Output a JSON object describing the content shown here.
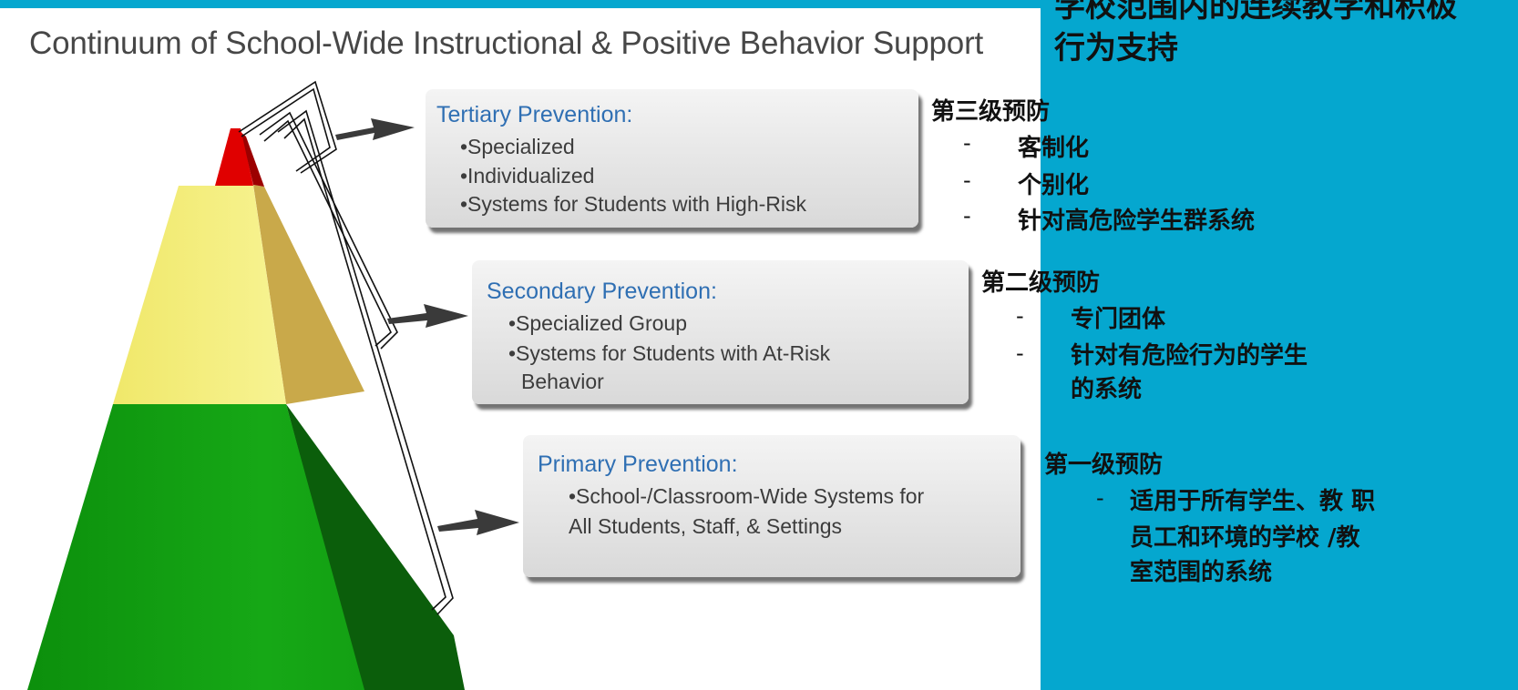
{
  "colors": {
    "teal": "#05a7cf",
    "box_title": "#2f6fb3",
    "pyramid_red": "#e00000",
    "pyramid_yellow": "#f4ee7a",
    "pyramid_green": "#12a112"
  },
  "title": "Continuum of School-Wide Instructional & Positive Behavior Support",
  "tiers": {
    "tertiary": {
      "title": "Tertiary Prevention:",
      "items": [
        "•Specialized",
        "•Individualized",
        "•Systems for Students with High-Risk"
      ]
    },
    "secondary": {
      "title": "Secondary Prevention:",
      "items": [
        "•Specialized Group",
        "•Systems for Students with At-Risk",
        "Behavior"
      ]
    },
    "primary": {
      "title": "Primary Prevention:",
      "items": [
        "•School-/Classroom-Wide Systems for",
        "All Students, Staff, & Settings"
      ]
    }
  },
  "chinese": {
    "title_lines": [
      "学校范围内的连续教学和积极",
      "行为支持"
    ],
    "tertiary": {
      "heading": "第三级预防",
      "dash": "-",
      "items": [
        "客制化",
        "个别化",
        "针对高危险学生群系统"
      ]
    },
    "secondary": {
      "heading": "第二级预防",
      "dash": "-",
      "items": [
        "专门团体",
        "针对有危险行为的学生",
        "的系统"
      ]
    },
    "primary": {
      "heading": "第一级预防",
      "dash": "-",
      "items": [
        "适用于所有学生、教 职",
        "员工和环境的学校 /教",
        "室范围的系统"
      ]
    }
  }
}
